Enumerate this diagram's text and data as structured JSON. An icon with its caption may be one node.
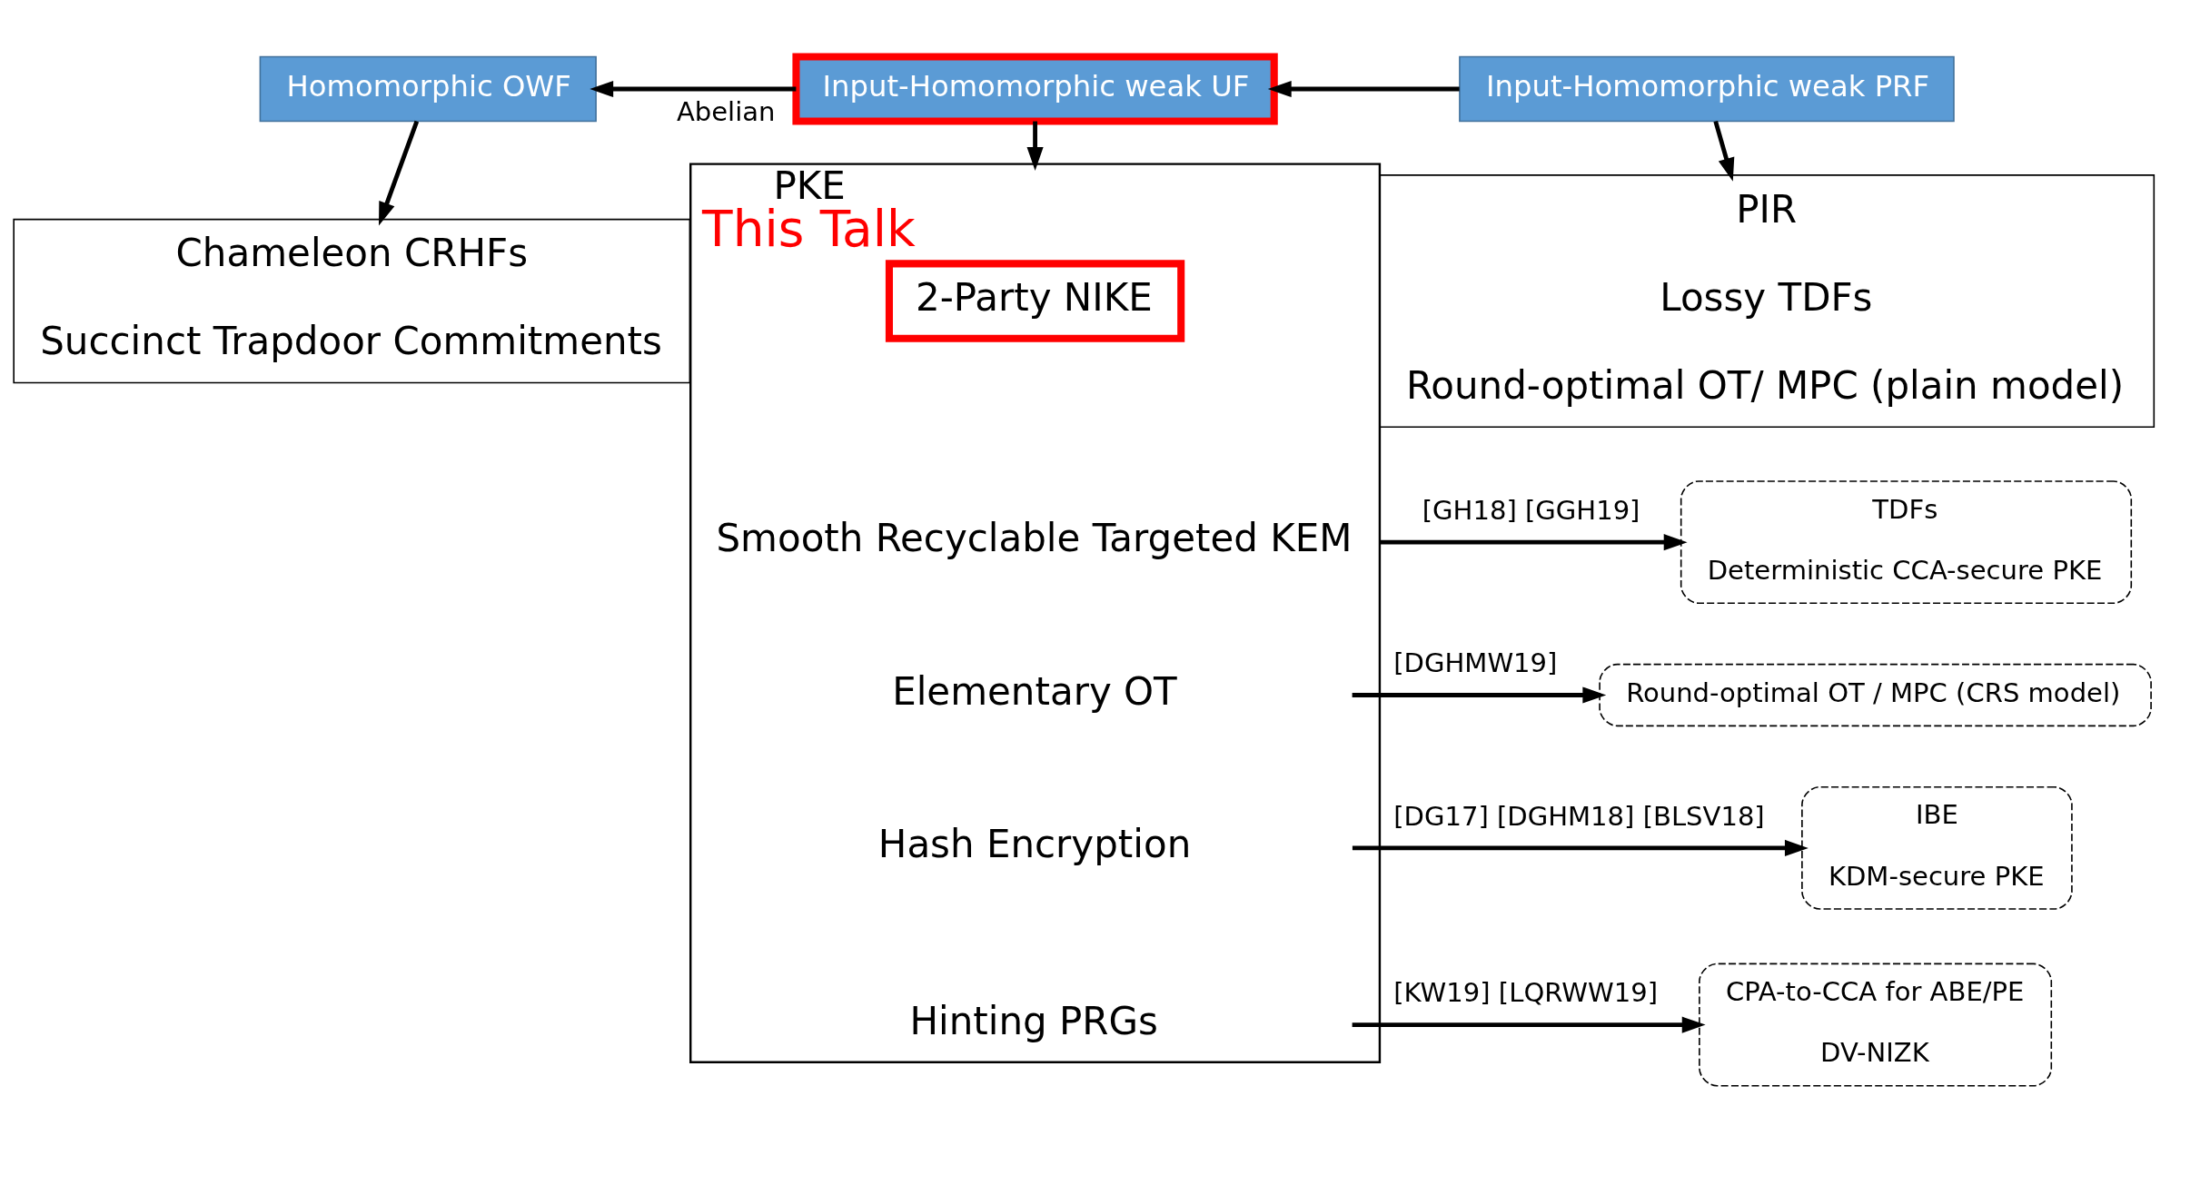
{
  "diagram": {
    "nodes": [
      {
        "text": [
          "Homomorphic OWF"
        ]
      },
      {
        "text": [
          "Input-Homomorphic weak UF"
        ]
      },
      {
        "text": [
          "Input-Homomorphic weak PRF"
        ]
      },
      {
        "text": [
          "Chameleon CRHFs",
          "Succinct Trapdoor Commitments"
        ]
      },
      {
        "text": [
          "PKE",
          "This Talk"
        ]
      },
      {
        "text": [
          "2-Party NIKE"
        ],
        "in": 4
      },
      {
        "text": [
          "Smooth Recyclable Targeted KEM"
        ],
        "in": 4
      },
      {
        "text": [
          "Elementary OT"
        ],
        "in": 4
      },
      {
        "text": [
          "Hash Encryption"
        ],
        "in": 4
      },
      {
        "text": [
          "Hinting PRGs"
        ],
        "in": 4
      },
      {
        "text": [
          "PIR",
          "Lossy TDFs",
          "Round-optimal OT/ MPC (plain model)"
        ]
      },
      {
        "text": [
          "TDFs",
          "Deterministic CCA-secure PKE"
        ]
      },
      {
        "text": [
          "Round-optimal OT / MPC (CRS model)"
        ]
      },
      {
        "text": [
          "IBE",
          "KDM-secure PKE"
        ]
      },
      {
        "text": [
          "CPA-to-CCA for ABE/PE",
          "DV-NIZK"
        ]
      }
    ],
    "edges": [
      {
        "from": 1,
        "to": 0,
        "arrow": "to",
        "label": "Abelian"
      },
      {
        "from": 2,
        "to": 1,
        "arrow": "to"
      },
      {
        "from": 0,
        "to": 3,
        "arrow": "to"
      },
      {
        "from": 1,
        "to": 4,
        "arrow": "to"
      },
      {
        "from": 2,
        "to": 10,
        "arrow": "to"
      },
      {
        "from": 6,
        "to": 11,
        "arrow": "to",
        "label": "[GH18] [GGH19]"
      },
      {
        "from": 7,
        "to": 12,
        "arrow": "to",
        "label": "[DGHMW19]"
      },
      {
        "from": 8,
        "to": 13,
        "arrow": "to",
        "label": "[DG17] [DGHM18] [BLSV18]"
      },
      {
        "from": 9,
        "to": 14,
        "arrow": "to",
        "label": "[KW19] [LQRWW19]"
      }
    ]
  }
}
